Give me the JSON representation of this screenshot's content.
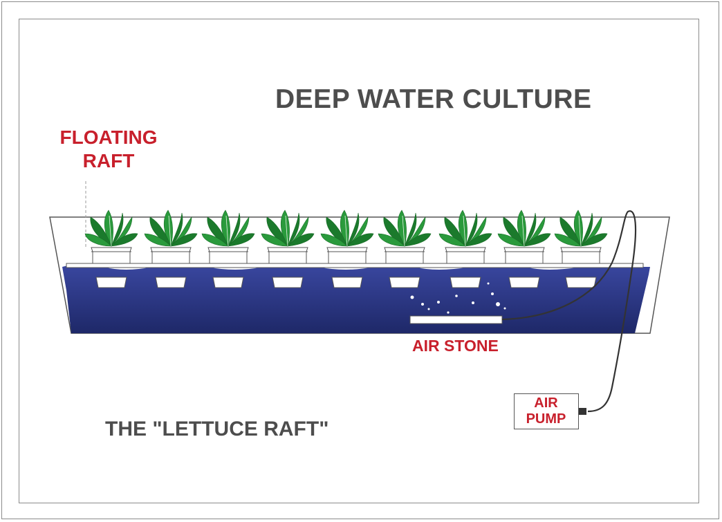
{
  "title": "DEEP WATER CULTURE",
  "subtitle": "THE \"LETTUCE RAFT\"",
  "labels": {
    "floating_raft_line1": "FLOATING",
    "floating_raft_line2": "RAFT",
    "air_stone": "AIR STONE",
    "air_pump_line1": "AIR",
    "air_pump_line2": "PUMP"
  },
  "plants": {
    "count": 9
  },
  "colors": {
    "water": "#2e3a8c",
    "water_dark": "#1f2a6e",
    "leaf": "#2a9a3c",
    "leaf_dark": "#1b7a2c",
    "label_red": "#c8202c",
    "text_gray": "#4d4d4d"
  }
}
